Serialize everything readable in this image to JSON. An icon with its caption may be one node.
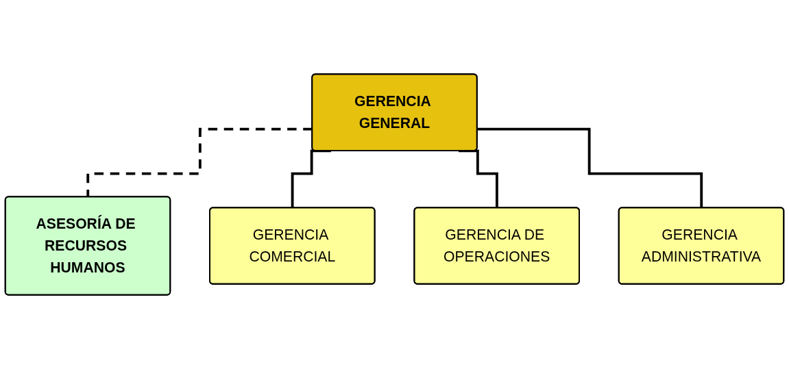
{
  "diagram": {
    "nodes": [
      {
        "text": [
          "GERENCIA GENERAL"
        ]
      },
      {
        "text": [
          "ASESORÍA DE RECURSOS HUMANOS"
        ]
      },
      {
        "text": [
          "GERENCIA COMERCIAL"
        ]
      },
      {
        "text": [
          "GERENCIA DE OPERACIONES"
        ]
      },
      {
        "text": [
          "GERENCIA ADMINISTRATIVA"
        ]
      }
    ],
    "edges": [
      {
        "from": 0,
        "to": 1,
        "arrow": "none",
        "style": "dashed"
      },
      {
        "from": 0,
        "to": 2,
        "arrow": "none"
      },
      {
        "from": 0,
        "to": 3,
        "arrow": "none"
      },
      {
        "from": 0,
        "to": 4,
        "arrow": "none"
      }
    ]
  }
}
